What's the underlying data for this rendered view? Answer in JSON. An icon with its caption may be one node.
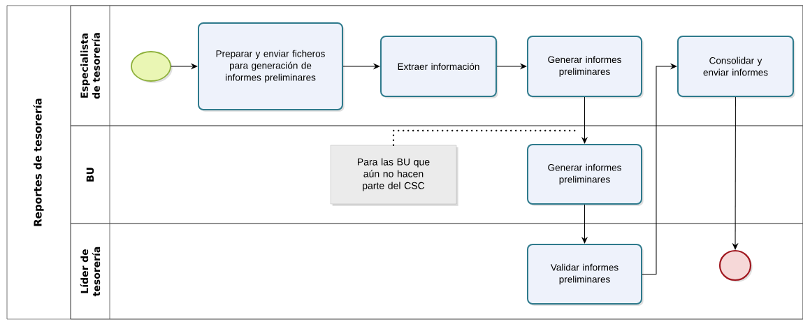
{
  "diagram": {
    "nodes": [
      {
        "text": [
          "Reportes de tesorería"
        ]
      },
      {
        "text": [
          "Especialista de tesorería"
        ],
        "in": 0
      },
      {
        "text": [
          "BU"
        ],
        "in": 0
      },
      {
        "text": [
          "Líder de tesorería"
        ],
        "in": 0
      },
      {
        "text": [],
        "shape": "circle",
        "in": 1
      },
      {
        "text": [
          "Preparar y enviar ficheros para generación de informes preliminares"
        ],
        "in": 1
      },
      {
        "text": [
          "Extraer información"
        ],
        "in": 1
      },
      {
        "text": [
          "Generar informes preliminares"
        ],
        "in": 1
      },
      {
        "text": [
          "Consolidar y enviar informes"
        ],
        "in": 1
      },
      {
        "text": [
          "Para las BU que aún no hacen parte del CSC"
        ],
        "in": 2
      },
      {
        "text": [
          "Generar informes preliminares"
        ],
        "in": 2
      },
      {
        "text": [
          "Validar informes preliminares"
        ],
        "in": 3
      },
      {
        "text": [],
        "shape": "circle",
        "in": 3
      }
    ],
    "edges": [
      {
        "from": 4,
        "to": 5,
        "arrow": "to"
      },
      {
        "from": 5,
        "to": 6,
        "arrow": "to"
      },
      {
        "from": 6,
        "to": 7,
        "arrow": "to"
      },
      {
        "from": 7,
        "to": 10,
        "arrow": "to"
      },
      {
        "from": 10,
        "to": 11,
        "arrow": "to"
      },
      {
        "from": 11,
        "to": 8,
        "arrow": "to"
      },
      {
        "from": 8,
        "to": 12,
        "arrow": "to"
      },
      {
        "from": 9,
        "to": null,
        "arrow": "none",
        "style": "dashed"
      }
    ]
  }
}
